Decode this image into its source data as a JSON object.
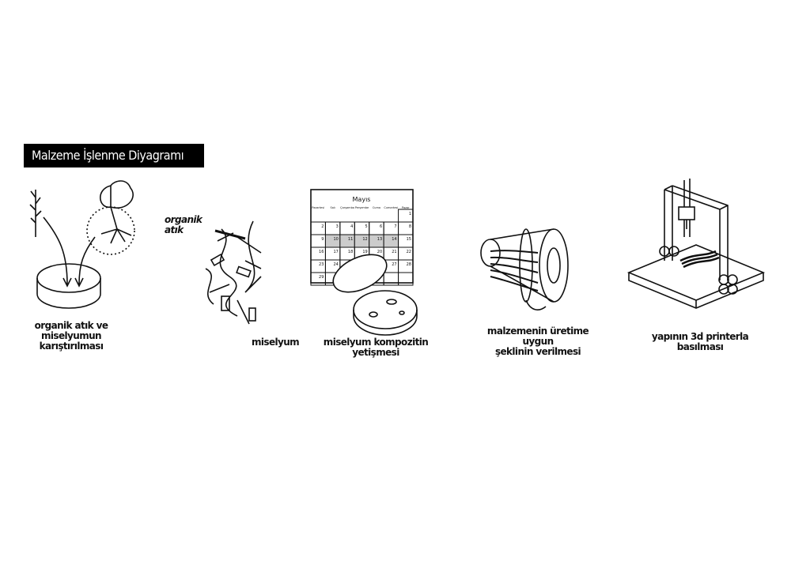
{
  "title": "Malzeme İşlenme Diyagramı",
  "steps": [
    {
      "caption_line1": "organik atık ve miselyumun",
      "caption_line2": "karıştırılması"
    },
    {
      "label_top": "organik atık",
      "label_bottom": "miselyum"
    },
    {
      "caption": "miselyum kompozitin yetişmesi"
    },
    {
      "caption_line1": "malzemenin üretime uygun",
      "caption_line2": "şeklinin verilmesi"
    },
    {
      "caption": "yapının 3d printerla basılması"
    }
  ],
  "calendar": {
    "month": "Mayıs",
    "days": [
      "Pazartesi",
      "Salı",
      "Çarşamba",
      "Perşembe",
      "Cuma",
      "Cumartesi",
      "Pazar"
    ],
    "rows": [
      [
        "",
        "",
        "",
        "",
        "",
        "",
        "1"
      ],
      [
        "2",
        "3",
        "4",
        "5",
        "6",
        "7",
        "8"
      ],
      [
        "9",
        "10",
        "11",
        "12",
        "13",
        "14",
        "15"
      ],
      [
        "16",
        "17",
        "18",
        "19",
        "20",
        "21",
        "22"
      ],
      [
        "23",
        "24",
        "",
        "",
        "",
        "27",
        "28"
      ],
      [
        "29",
        "",
        "",
        "",
        "",
        "",
        ""
      ]
    ],
    "highlighted": [
      "10",
      "11",
      "12",
      "13",
      "14"
    ]
  }
}
